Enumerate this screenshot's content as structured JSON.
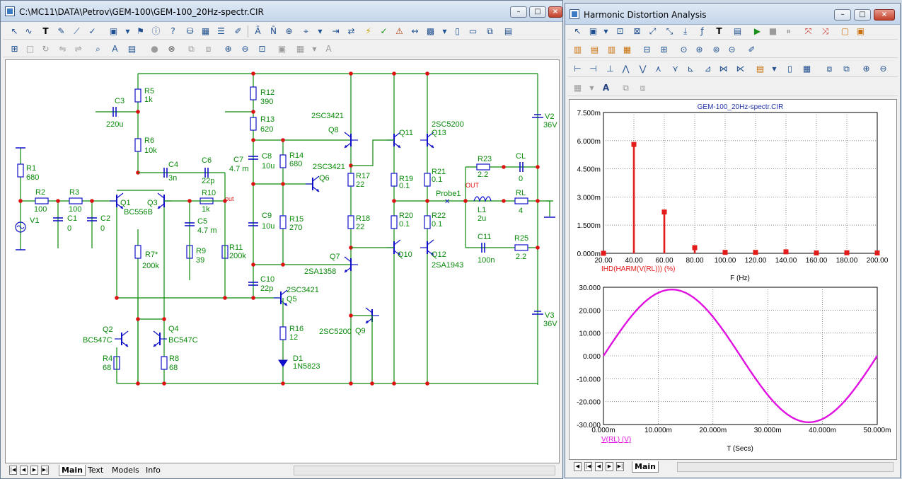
{
  "schematic_window": {
    "title": "C:\\MC11\\DATA\\Petrov\\GEM-100\\GEM-100_20Hz-spectr.CIR",
    "tabs": [
      "Main",
      "Text",
      "Models",
      "Info"
    ],
    "active_tab": "Main"
  },
  "schematic": {
    "components": [
      {
        "ref": "C3",
        "value": "220u"
      },
      {
        "ref": "R5",
        "value": "1k"
      },
      {
        "ref": "R6",
        "value": "10k"
      },
      {
        "ref": "R1",
        "value": "680"
      },
      {
        "ref": "R2",
        "value": "100"
      },
      {
        "ref": "R3",
        "value": "100"
      },
      {
        "ref": "C1",
        "value": "0"
      },
      {
        "ref": "C2",
        "value": "0"
      },
      {
        "ref": "V1",
        "value": ""
      },
      {
        "ref": "Q1",
        "value": "BC556B"
      },
      {
        "ref": "Q3",
        "value": ""
      },
      {
        "ref": "C4",
        "value": "3n"
      },
      {
        "ref": "C6",
        "value": "22p"
      },
      {
        "ref": "C7",
        "value": "4.7 m"
      },
      {
        "ref": "R10",
        "value": "1k"
      },
      {
        "ref": "C5",
        "value": "4.7 m"
      },
      {
        "ref": "R9",
        "value": "39"
      },
      {
        "ref": "R11",
        "value": "200k"
      },
      {
        "ref": "R7*",
        "value": "200k"
      },
      {
        "ref": "Q2",
        "value": "BC547C"
      },
      {
        "ref": "Q4",
        "value": "BC547C"
      },
      {
        "ref": "R4",
        "value": "68"
      },
      {
        "ref": "R8",
        "value": "68"
      },
      {
        "ref": "R12",
        "value": "390"
      },
      {
        "ref": "R13",
        "value": "620"
      },
      {
        "ref": "R14",
        "value": "680"
      },
      {
        "ref": "C8",
        "value": "10u"
      },
      {
        "ref": "C9",
        "value": "10u"
      },
      {
        "ref": "R15",
        "value": "270"
      },
      {
        "ref": "C10",
        "value": "22p"
      },
      {
        "ref": "Q5",
        "value": "2SC3421"
      },
      {
        "ref": "R16",
        "value": "12"
      },
      {
        "ref": "D1",
        "value": "1N5823"
      },
      {
        "ref": "Q6",
        "value": "2SC3421"
      },
      {
        "ref": "Q7",
        "value": "2SA1358"
      },
      {
        "ref": "Q8",
        "value": "2SC3421"
      },
      {
        "ref": "Q9",
        "value": "2SC5200"
      },
      {
        "ref": "R17",
        "value": "22"
      },
      {
        "ref": "R18",
        "value": "22"
      },
      {
        "ref": "Q11",
        "value": ""
      },
      {
        "ref": "Q13",
        "value": "2SC5200"
      },
      {
        "ref": "Q10",
        "value": ""
      },
      {
        "ref": "Q12",
        "value": "2SA1943"
      },
      {
        "ref": "R19",
        "value": "0.1"
      },
      {
        "ref": "R20",
        "value": "0.1"
      },
      {
        "ref": "R21",
        "value": "0.1"
      },
      {
        "ref": "R22",
        "value": "0.1"
      },
      {
        "ref": "R23",
        "value": "2.2"
      },
      {
        "ref": "CL",
        "value": "0"
      },
      {
        "ref": "L1",
        "value": "2u"
      },
      {
        "ref": "RL",
        "value": "4"
      },
      {
        "ref": "C11",
        "value": "100n"
      },
      {
        "ref": "R25",
        "value": "2.2"
      },
      {
        "ref": "V2",
        "value": "36V"
      },
      {
        "ref": "V3",
        "value": "36V"
      }
    ],
    "node_labels": [
      "out",
      "OUT",
      "Probe1"
    ]
  },
  "analysis_window": {
    "title": "Harmonic Distortion Analysis",
    "tabs": [
      "Main"
    ],
    "active_tab": "Main"
  },
  "chart_data": [
    {
      "type": "bar",
      "title": "GEM-100_20Hz-spectr.CIR",
      "xlabel": "F (Hz)",
      "ylabel": "IHD(HARM(V(RL))) (%)",
      "xlim": [
        20,
        200
      ],
      "ylim": [
        0,
        7.5
      ],
      "x_tick_labels": [
        "20.00",
        "40.00",
        "60.00",
        "80.00",
        "100.00",
        "120.00",
        "140.00",
        "160.00",
        "180.00",
        "200.00"
      ],
      "y_tick_labels": [
        "0.000m",
        "1.500m",
        "3.000m",
        "4.500m",
        "6.000m",
        "7.500m"
      ],
      "x": [
        20,
        40,
        60,
        80,
        100,
        120,
        140,
        160,
        180,
        200
      ],
      "values": [
        0,
        5.8,
        2.2,
        0.3,
        0.05,
        0.05,
        0.08,
        0.02,
        0.03,
        0.02
      ],
      "color": "#e41b1b",
      "grid": true
    },
    {
      "type": "line",
      "xlabel": "T (Secs)",
      "ylabel": "V(RL) (V)",
      "xlim": [
        0,
        50
      ],
      "ylim": [
        -30,
        30
      ],
      "x_tick_labels": [
        "0.000m",
        "10.000m",
        "20.000m",
        "30.000m",
        "40.000m",
        "50.000m"
      ],
      "y_tick_labels": [
        "-30.000",
        "-20.000",
        "-10.000",
        "0.000",
        "10.000",
        "20.000",
        "30.000"
      ],
      "series": [
        {
          "color": "#e011e0",
          "amplitude": 29,
          "frequency_hz": 20,
          "offset": 0
        }
      ],
      "grid": true
    }
  ]
}
